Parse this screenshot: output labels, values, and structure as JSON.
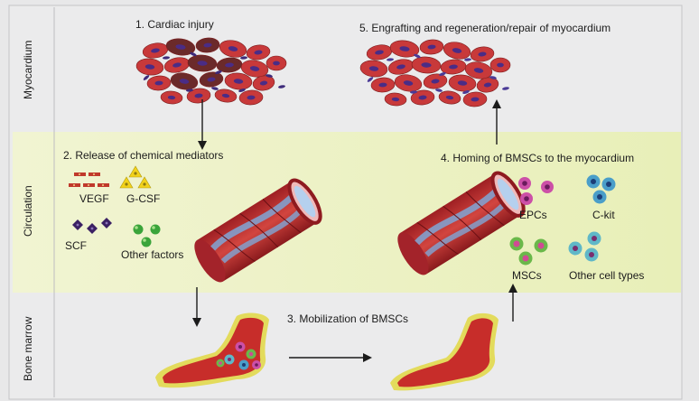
{
  "bands": {
    "myocardium": "Myocardium",
    "circulation": "Circulation",
    "bone_marrow": "Bone marrow"
  },
  "steps": {
    "s1": "1. Cardiac injury",
    "s2": "2. Release of chemical mediators",
    "s3": "3. Mobilization of BMSCs",
    "s4": "4. Homing of BMSCs to the myocardium",
    "s5": "5. Engrafting and regeneration/repair of myocardium"
  },
  "mediators": {
    "vegf": "VEGF",
    "gcsf": "G-CSF",
    "scf": "SCF",
    "other": "Other factors"
  },
  "cells": {
    "epcs": "EPCs",
    "ckit": "C-kit",
    "mscs": "MSCs",
    "other": "Other cell types"
  },
  "colors": {
    "circulation_band": "#eef2c4",
    "muscle_red": "#c8393a",
    "nucleus_purple": "#4a2c86",
    "vessel_red": "#b3262a",
    "vessel_blue": "#8fb4dc",
    "bone_red": "#c8302c",
    "bone_yellow": "#e6de62"
  }
}
